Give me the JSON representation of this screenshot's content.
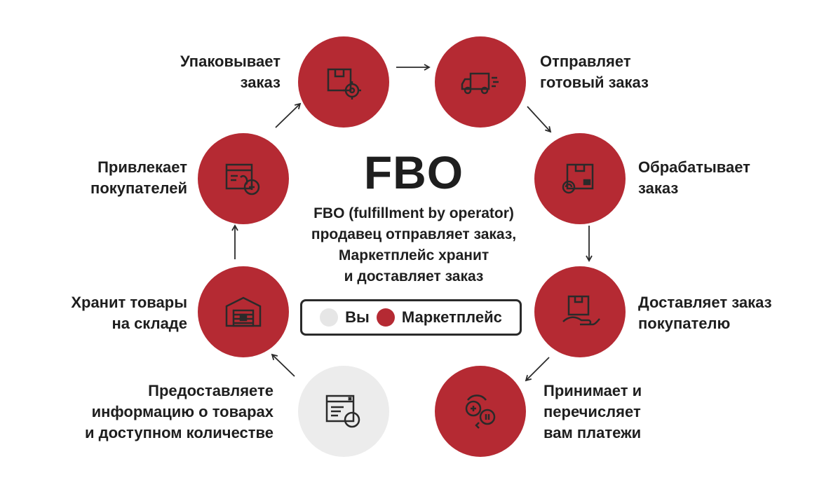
{
  "title": "FBO",
  "description": "FBO (fulfillment by operator)\nпродавец отправляет заказ,\nМаркетплейс хранит\nи доставляет заказ",
  "legend": {
    "you": "Вы",
    "marketplace": "Маркетплейс"
  },
  "colors": {
    "marketplace": "#b52a33",
    "you": "#ececec",
    "text": "#1e1e1e"
  },
  "steps": [
    {
      "label": "Упаковывает\nзаказ",
      "icon": "package-gear-icon",
      "actor": "marketplace"
    },
    {
      "label": "Отправляет\nготовый заказ",
      "icon": "delivery-truck-icon",
      "actor": "marketplace"
    },
    {
      "label": "Обрабатывает\nзаказ",
      "icon": "box-processing-icon",
      "actor": "marketplace"
    },
    {
      "label": "Доставляет заказ\nпокупателю",
      "icon": "hand-box-icon",
      "actor": "marketplace"
    },
    {
      "label": "Принимает и\nперечисляет\nвам платежи",
      "icon": "payment-icon",
      "actor": "marketplace"
    },
    {
      "label": "Предоставляете\nинформацию о товарах\nи доступном количестве",
      "icon": "info-window-icon",
      "actor": "you"
    },
    {
      "label": "Хранит товары\nна складе",
      "icon": "warehouse-icon",
      "actor": "marketplace"
    },
    {
      "label": "Привлекает\nпокупателей",
      "icon": "attract-buyers-icon",
      "actor": "marketplace"
    }
  ]
}
